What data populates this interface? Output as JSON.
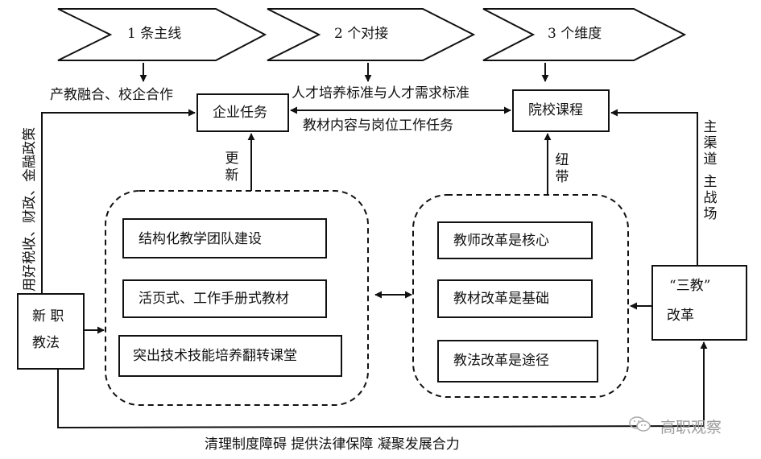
{
  "chevrons": [
    {
      "label": "1 条主线"
    },
    {
      "label": "2 个对接"
    },
    {
      "label": "3 个维度"
    }
  ],
  "top_boxes": {
    "enterprise": {
      "label": "企业任务"
    },
    "college": {
      "label": "院校课程"
    }
  },
  "connector_labels": {
    "left_top": "产教融合、校企合作",
    "middle_top": "人才培养标准与人才需求标准",
    "middle_bottom": "教材内容与岗位工作任务",
    "left_vertical": "用好税收、财政、金融政策",
    "update": "更新",
    "link": "纽带",
    "right_vertical": "主渠道 主战场",
    "bottom": "清理制度障碍 提供法律保障 凝聚发展合力"
  },
  "new_law_box": {
    "line1": "新 职",
    "line2": "教法"
  },
  "left_group": {
    "items": [
      {
        "label": "结构化教学团队建设"
      },
      {
        "label": "活页式、工作手册式教材"
      },
      {
        "label": "突出技术技能培养翻转课堂"
      }
    ]
  },
  "right_group": {
    "items": [
      {
        "label": "教师改革是核心"
      },
      {
        "label": "教材改革是基础"
      },
      {
        "label": "教法改革是途径"
      }
    ]
  },
  "three_reform_box": {
    "line1": "“三教”",
    "line2": "改革"
  },
  "watermark": {
    "icon": "wechat-icon",
    "text": "高职观察"
  }
}
